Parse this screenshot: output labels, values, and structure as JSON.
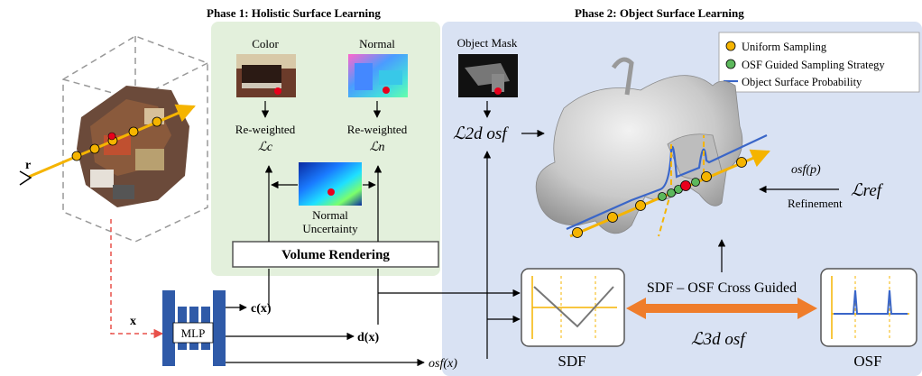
{
  "phase1": {
    "title": "Phase 1: Holistic Surface Learning",
    "color_label": "Color",
    "normal_label": "Normal",
    "reweight_color": "Re-weighted",
    "reweight_normal": "Re-weighted",
    "loss_color": "ℒc",
    "loss_normal": "ℒn",
    "uncertainty_label_1": "Normal",
    "uncertainty_label_2": "Uncertainty"
  },
  "phase2": {
    "title": "Phase 2: Object Surface Learning",
    "object_mask_label": "Object Mask",
    "loss_2d": "ℒ2d osf",
    "osf_p": "osf(p)",
    "refinement": "Refinement",
    "loss_ref": "ℒref",
    "cross_guided": "SDF – OSF Cross Guided",
    "loss_3d": "ℒ3d osf",
    "sdf_label": "SDF",
    "osf_label": "OSF"
  },
  "legend": {
    "items": [
      {
        "label": "Uniform Sampling",
        "color": "#f5b400"
      },
      {
        "label": "OSF Guided Sampling Strategy",
        "color": "#5cb85c"
      },
      {
        "label": "Object Surface Probability",
        "color": "#3a66c8"
      }
    ]
  },
  "volume_rendering": "Volume Rendering",
  "mlp": {
    "label": "MLP",
    "input_x": "x",
    "out_c": "c(x)",
    "out_d": "d(x)",
    "out_osf": "osf(x)"
  },
  "scene": {
    "ray_label": "r"
  },
  "colors": {
    "phase1_bg": "#e3f0dc",
    "phase2_bg": "#d9e2f3",
    "mlp_blue": "#2f5aa8",
    "orange_arrow": "#ef7d2b",
    "ray_yellow": "#f5b400",
    "curve_blue": "#3a66c8",
    "dashed_red": "#e8504a"
  }
}
